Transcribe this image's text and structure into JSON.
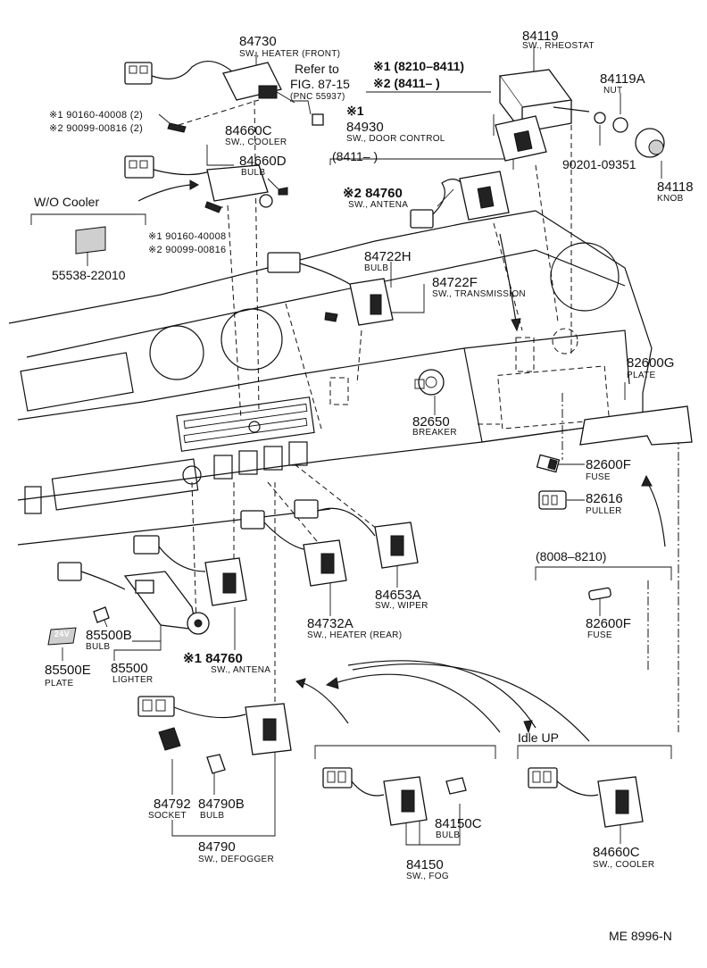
{
  "labels": {
    "p84730": "84730",
    "p84730_desc": "SW., HEATER (FRONT)",
    "refer_1": "Refer to",
    "refer_2": "FIG. 87-15",
    "refer_pnc": "(PNC 55937)",
    "note1_range": "※1 (8210–8411)",
    "note2_range": "※2 (8411–          )",
    "p84119": "84119",
    "p84119_desc": "SW., RHEOSTAT",
    "p84119A": "84119A",
    "p84119A_desc": "NUT",
    "p90201": "90201-09351",
    "p84118": "84118",
    "p84118_desc": "KNOB",
    "screw_1": "※1 90160-40008 (2)",
    "screw_2": "※2 90099-00816 (2)",
    "p84660C_top": "84660C",
    "p84660C_top_desc": "SW., COOLER",
    "p84660D": "84660D",
    "p84660D_desc": "BULB",
    "note1_mark": "※1",
    "p84930": "84930",
    "p84930_desc": "SW., DOOR CONTROL",
    "range_8411": "(8411–          )",
    "wo_cooler": "W/O Cooler",
    "p84760_top": "※2 84760",
    "p84760_top_desc": "SW., ANTENA",
    "screw2_1": "※1 90160-40008",
    "screw2_2": "※2 90099-00816",
    "p55538": "55538-22010",
    "p84722H": "84722H",
    "p84722H_desc": "BULB",
    "p84722F": "84722F",
    "p84722F_desc": "SW., TRANSMISSION",
    "p82600G": "82600G",
    "p82600G_desc": "PLATE",
    "p82650": "82650",
    "p82650_desc": "BREAKER",
    "p82600F": "82600F",
    "p82600F_desc": "FUSE",
    "p82616": "82616",
    "p82616_desc": "PULLER",
    "range_8008": "(8008–8210)",
    "p82600F_b": "82600F",
    "p82600F_b_desc": "FUSE",
    "p84653A": "84653A",
    "p84653A_desc": "SW., WIPER",
    "p84732A": "84732A",
    "p84732A_desc": "SW., HEATER (REAR)",
    "p85500B": "85500B",
    "p85500B_desc": "BULB",
    "p85500": "85500",
    "p85500_desc": "LIGHTER",
    "p85500E": "85500E",
    "p85500E_desc": "PLATE",
    "plate_text": "24V",
    "p84760_bot": "※1 84760",
    "p84760_bot_desc": "SW., ANTENA",
    "idle_up": "Idle UP",
    "p84792": "84792",
    "p84792_desc": "SOCKET",
    "p84790B": "84790B",
    "p84790B_desc": "BULB",
    "p84790": "84790",
    "p84790_desc": "SW., DEFOGGER",
    "p84150C": "84150C",
    "p84150C_desc": "BULB",
    "p84150": "84150",
    "p84150_desc": "SW., FOG",
    "p84660C_bot": "84660C",
    "p84660C_bot_desc": "SW., COOLER",
    "figure_id": "ME  8996-N"
  }
}
